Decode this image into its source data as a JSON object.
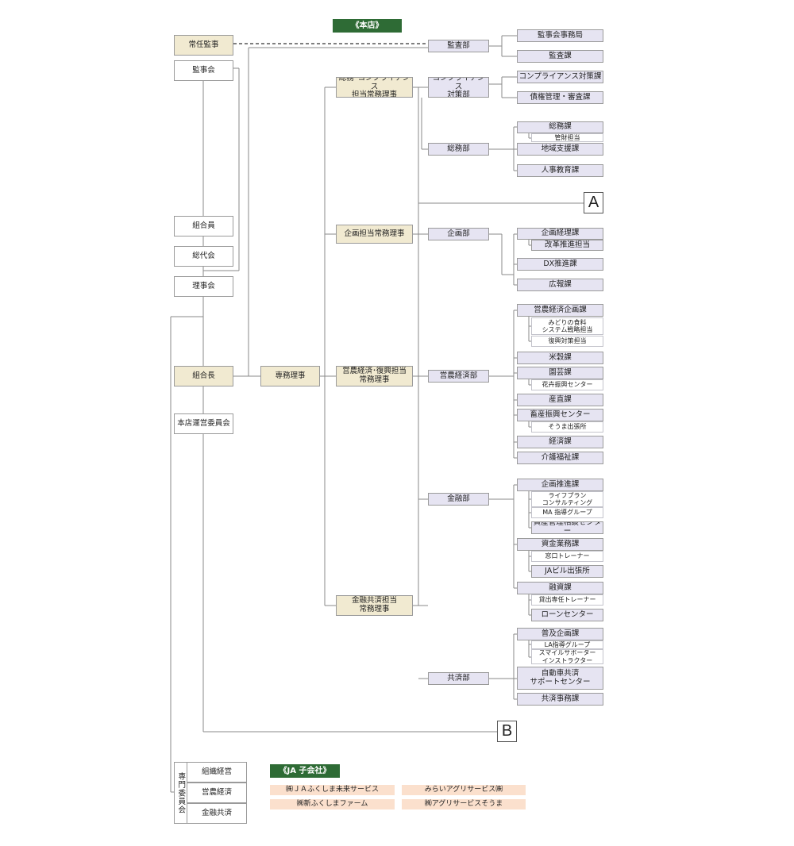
{
  "header": {
    "honten": "《本店》",
    "kogaisha": "《JA 子会社》"
  },
  "governance": {
    "joninkansaji": "常任監事",
    "kanjikai": "監事会",
    "kumiaiin": "組合員",
    "sodaikai": "総代会",
    "rijikai": "理事会",
    "kumiaicho": "組合長",
    "hontenunei": "本店運営委員会",
    "senmu": "専務理事"
  },
  "executives": {
    "somu": "総務･コンプライアンス\n担当常務理事",
    "kikaku": "企画担当常務理事",
    "einou": "営農経済･復興担当\n常務理事",
    "kinyu": "金融共済担当\n常務理事"
  },
  "departments": {
    "kansa": "監査部",
    "compliance": "コンプライアンス\n対策部",
    "somubu": "総務部",
    "kikakubu": "企画部",
    "einoubu": "営農経済部",
    "kinyubu": "金融部",
    "kyosaibu": "共済部"
  },
  "sections": {
    "kanjikaijimukyoku": "監事会事務局",
    "kansaka": "監査課",
    "compliancetaisaku": "コンプライアンス対策課",
    "saikenkanri": "債権管理・審査課",
    "somuka": "総務課",
    "kanzai": "管財担当",
    "chiikishien": "地域支援課",
    "jinjikyoiku": "人事教育課",
    "kikakukeiri": "企画経理課",
    "kaikaku": "改革推進担当",
    "dx": "DX推進課",
    "koho": "広報課",
    "einoukikaku": "営農経済企画課",
    "midori": "みどりの食料\nシステム戦略担当",
    "fukko": "復興対策担当",
    "beikoku": "米穀課",
    "engei": "園芸課",
    "kaki": "花卉振興センター",
    "sanchoku": "産直課",
    "chikusan": "畜産振興センター",
    "soma": "そうま出張所",
    "keizai": "経済課",
    "kaigo": "介護福祉課",
    "kikakusuishin": "企画推進課",
    "lifeplan": "ライフプラン\nコンサルティング",
    "ma": "MA 指導グループ",
    "shisankanri": "資産管理相談センター",
    "shikingyomu": "資金業務課",
    "madoguchi": "窓口トレーナー",
    "jabiru": "JAビル出張所",
    "yushi": "融資課",
    "kashidashi": "貸出専任トレーナー",
    "loan": "ローンセンター",
    "fukyu": "普及企画課",
    "la": "LA指導グループ",
    "smile": "スマイルサポーター\nインストラクター",
    "jidosha": "自動車共済\nサポートセンター",
    "kyosaijimu": "共済事務課"
  },
  "links": {
    "a": "A",
    "b": "B"
  },
  "committees": {
    "label": "専門委員会",
    "items": [
      "組織経営",
      "営農経済",
      "金融共済"
    ]
  },
  "subsidiaries": [
    "㈱ＪＡふくしま未来サービス",
    "みらいアグリサービス㈱",
    "㈱新ふくしまファーム",
    "㈱アグリサービスそうま"
  ]
}
